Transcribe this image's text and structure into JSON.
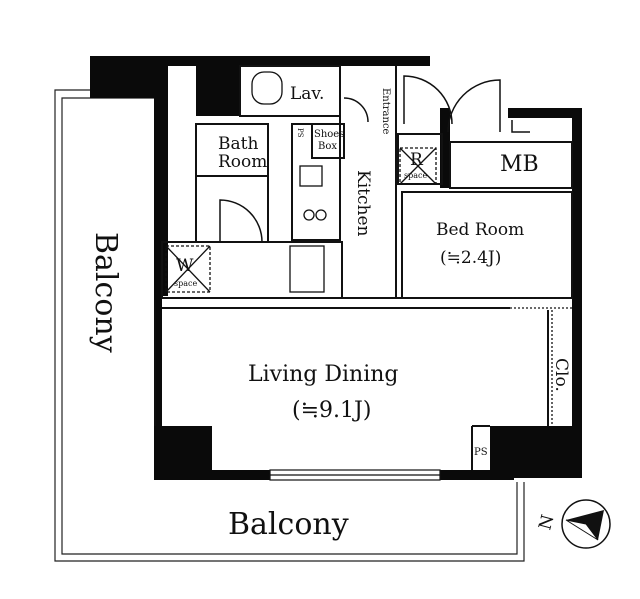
{
  "rooms": {
    "balcony_left": "Balcony",
    "balcony_bottom": "Balcony",
    "lav": "Lav.",
    "entrance": "Entrance",
    "bath_line1": "Bath",
    "bath_line2": "Room",
    "shoes_line1": "Shoes",
    "shoes_line2": "Box",
    "ps_small": "PS",
    "kitchen": "Kitchen",
    "r_letter": "R",
    "r_space": "space",
    "mb": "MB",
    "bedroom": "Bed Room",
    "bedroom_size": "(≒2.4J)",
    "w_letter": "W",
    "w_space": "space",
    "living": "Living Dining",
    "living_size": "(≒9.1J)",
    "clo": "Clo.",
    "ps": "PS"
  },
  "compass": {
    "north": "N"
  }
}
